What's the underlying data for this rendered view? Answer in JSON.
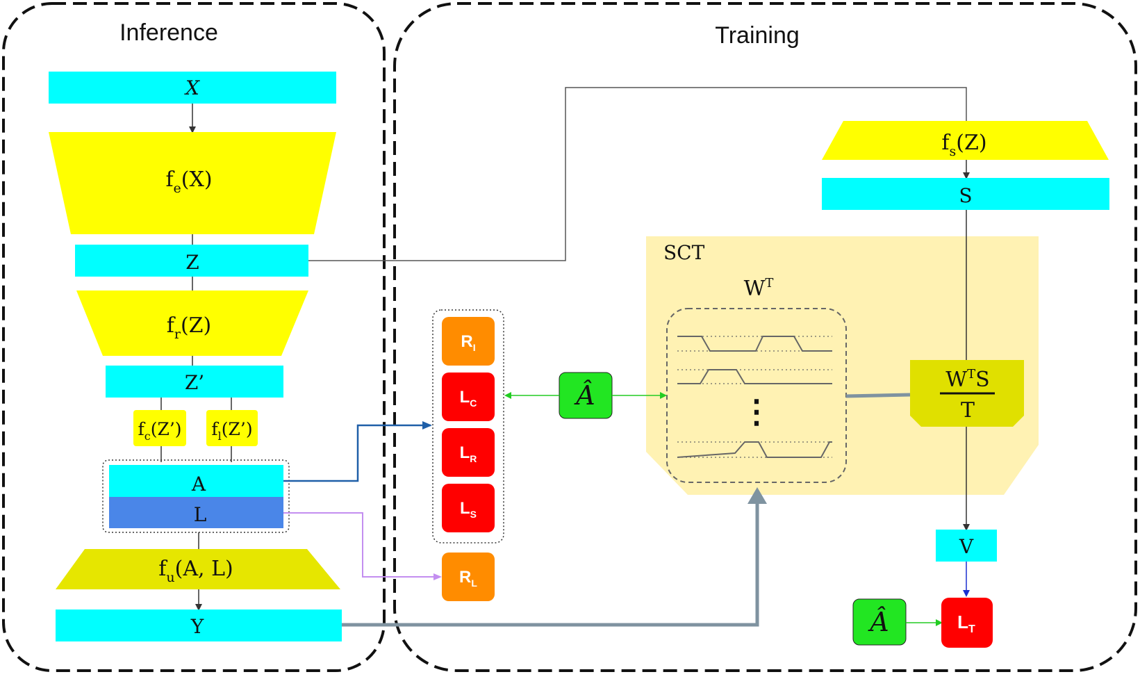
{
  "panels": {
    "inference": "Inference",
    "training": "Training"
  },
  "inference": {
    "x": "X",
    "fe": {
      "main": "f",
      "sub": "e",
      "arg": "(X)"
    },
    "z": "Z",
    "fr": {
      "main": "f",
      "sub": "r",
      "arg": "(Z)"
    },
    "zp": "Z’",
    "fc": {
      "main": "f",
      "sub": "c",
      "arg": "(Z’)"
    },
    "fl": {
      "main": "f",
      "sub": "l",
      "arg": "(Z’)"
    },
    "a": "A",
    "l": "L",
    "fu": {
      "main": "f",
      "sub": "u",
      "arg": "(A, L)"
    },
    "y": "Y"
  },
  "training": {
    "fs": {
      "main": "f",
      "sub": "s",
      "arg": "(Z)"
    },
    "s": "S",
    "sct": "SCT",
    "wt": {
      "main": "W",
      "sup": "T"
    },
    "frac": {
      "num_main": "W",
      "num_sup": "T",
      "num_tail": "S",
      "den": "T"
    },
    "dots": "⋮",
    "v": "V",
    "ahat": "Â",
    "ahat2": "Â",
    "losses": [
      {
        "main": "R",
        "sub": "I",
        "color": "#FF8C00"
      },
      {
        "main": "L",
        "sub": "C",
        "color": "#FF0000"
      },
      {
        "main": "L",
        "sub": "R",
        "color": "#FF0000"
      },
      {
        "main": "L",
        "sub": "S",
        "color": "#FF0000"
      }
    ],
    "rl": {
      "main": "R",
      "sub": "L",
      "color": "#FF8C00"
    },
    "lt": {
      "main": "L",
      "sub": "T",
      "color": "#FF0000"
    }
  },
  "colors": {
    "cyan": "#00FFFF",
    "yellow": "#FFFF00",
    "olive_yellow": "#E6E600",
    "blue": "#4A86E8",
    "sct_bg": "#FFF2B3",
    "green": "#22E622",
    "orange": "#FF8C00",
    "red": "#FF0000",
    "steel": "#7F93A0",
    "purple": "#C38EF0"
  }
}
